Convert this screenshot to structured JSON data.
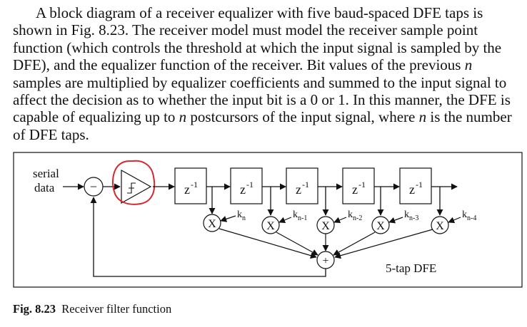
{
  "paragraph": {
    "p1": "A block diagram of a receiver equalizer with five baud-spaced DFE taps is shown in Fig. 8.23. The receiver model must model the receiver sample point function (which controls the threshold at which the input signal is sampled by the DFE), and the equalizer function of the receiver. Bit values of the previous ",
    "n1": "n",
    "p2": " samples are multiplied by equalizer coefficients and summed to the input signal to affect the decision as to whether the input bit is a 0 or 1. In this manner, the DFE is capable of equalizing up to ",
    "n2": "n",
    "p3": " postcursors of the input signal, where ",
    "n3": "n",
    "p4": " is the number of DFE taps."
  },
  "diagram": {
    "input_label_line1": "serial",
    "input_label_line2": "data",
    "subtract_symbol": "−",
    "delay_label": "z",
    "delay_exponent": "-1",
    "multiplier_symbol": "X",
    "summer_symbol": "+",
    "coefficients": [
      {
        "base": "k",
        "sub": "n"
      },
      {
        "base": "k",
        "sub": "n-1"
      },
      {
        "base": "k",
        "sub": "n-2"
      },
      {
        "base": "k",
        "sub": "n-3"
      },
      {
        "base": "k",
        "sub": "n-4"
      }
    ],
    "dfe_label": "5-tap DFE",
    "highlight_color": "#d8262b"
  },
  "caption": {
    "number": "Fig. 8.23",
    "text": "Receiver filter function"
  }
}
